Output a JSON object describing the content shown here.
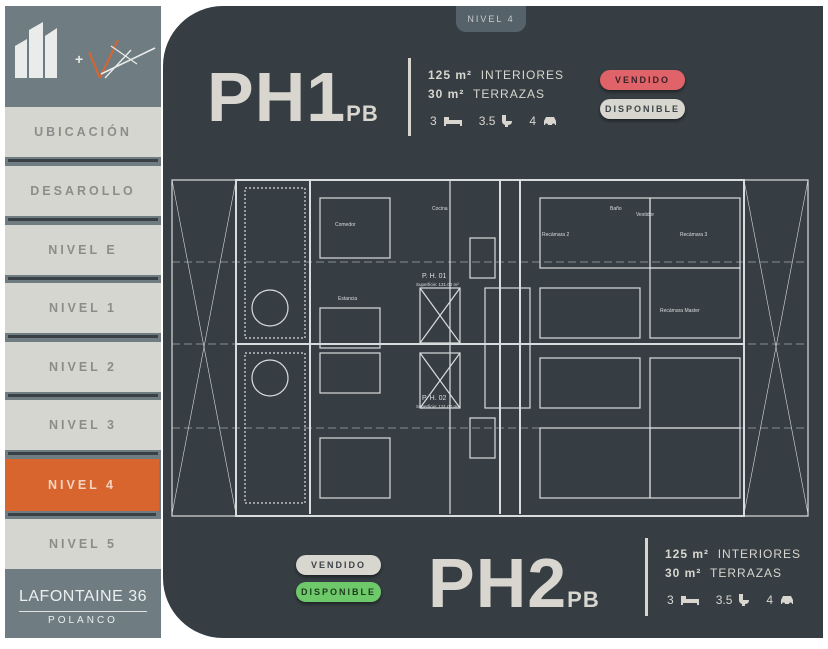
{
  "level_tab": "NIVEL 4",
  "nav": {
    "items": [
      {
        "label": "UBICACIÓN"
      },
      {
        "label": "DESAROLLO"
      },
      {
        "label": "NIVEL E"
      },
      {
        "label": "NIVEL 1"
      },
      {
        "label": "NIVEL 2"
      },
      {
        "label": "NIVEL 3"
      },
      {
        "label": "NIVEL 4",
        "active": true
      },
      {
        "label": "NIVEL 5"
      }
    ]
  },
  "brand": {
    "name": "LAFONTAINE 36",
    "sub": "POLANCO"
  },
  "ph1": {
    "title": "PH1",
    "suffix": "PB",
    "interior": "125 m²",
    "interior_label": "INTERIORES",
    "terrace": "30  m²",
    "terrace_label": "TERRAZAS",
    "beds": "3",
    "baths": "3.5",
    "parking": "4",
    "status_sold": "VENDIDO",
    "status_available": "DISPONIBLE"
  },
  "ph2": {
    "title": "PH2",
    "suffix": "PB",
    "interior": "125 m²",
    "interior_label": "INTERIORES",
    "terrace": "30  m²",
    "terrace_label": "TERRAZAS",
    "beds": "3",
    "baths": "3.5",
    "parking": "4",
    "status_sold": "VENDIDO",
    "status_available": "DISPONIBLE"
  },
  "plan": {
    "unit1_label": "P. H. 01",
    "unit1_area": "Superficie: 131.00 m²",
    "unit2_label": "P. H. 02",
    "unit2_area": "Superficie: 131.00 m²",
    "rooms": [
      "Comedor",
      "Cocina",
      "Estancia",
      "Recámara 2",
      "Recámara 3",
      "Recámara Master",
      "Baño",
      "Vestidor"
    ]
  },
  "colors": {
    "panel": "#363e43",
    "sidebar": "#6f7d83",
    "active": "#d8642e",
    "sold": "#e0636a",
    "available_green": "#6ec96a"
  }
}
